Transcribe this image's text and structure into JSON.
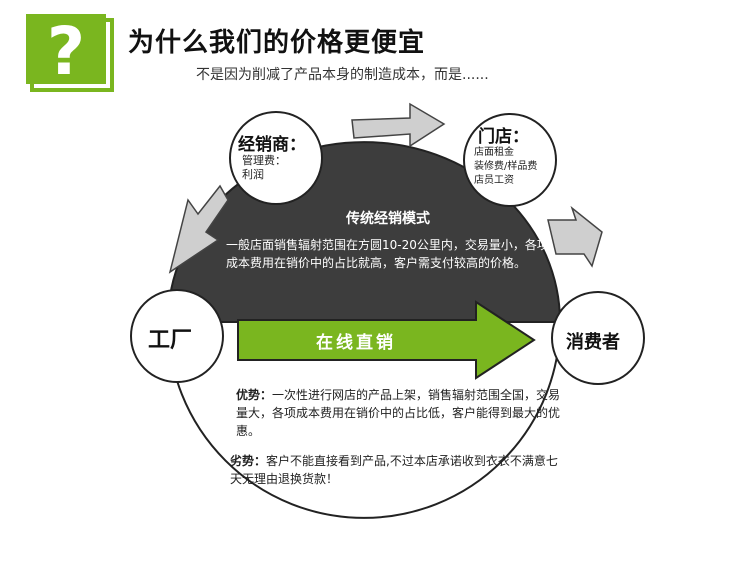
{
  "header": {
    "question_mark": "?",
    "title": "为什么我们的价格更便宜",
    "subtitle": "不是因为削减了产品本身的制造成本，而是......"
  },
  "diagram": {
    "factory": "工厂",
    "consumer": "消费者",
    "dealer": {
      "title": "经销商：",
      "line1": "管理费：",
      "line2": "利润"
    },
    "store": {
      "title": "门店：",
      "line1": "店面租金",
      "line2": "装修费/样品费",
      "line3": "店员工资"
    },
    "traditional": {
      "title": "传统经销模式",
      "desc": "一般店面销售辐射范围在方圆10-20公里内，交易量小，各项成本费用在销价中的占比就高，客户需支付较高的价格。"
    },
    "online": {
      "label": "在线直销"
    },
    "advantage": {
      "label": "优势：",
      "text": "一次性进行网店的产品上架，销售辐射范围全国，交易量大，各项成本费用在销价中的占比低，客户能得到最大的优惠。"
    },
    "disadvantage": {
      "label": "劣势：",
      "text": "客户不能直接看到产品,不过本店承诺收到衣衣不满意七天无理由退换货款！"
    },
    "colors": {
      "green": "#7ab61f",
      "dark": "#3d3d3d",
      "arrow_gray": "#cfcfcf"
    }
  }
}
